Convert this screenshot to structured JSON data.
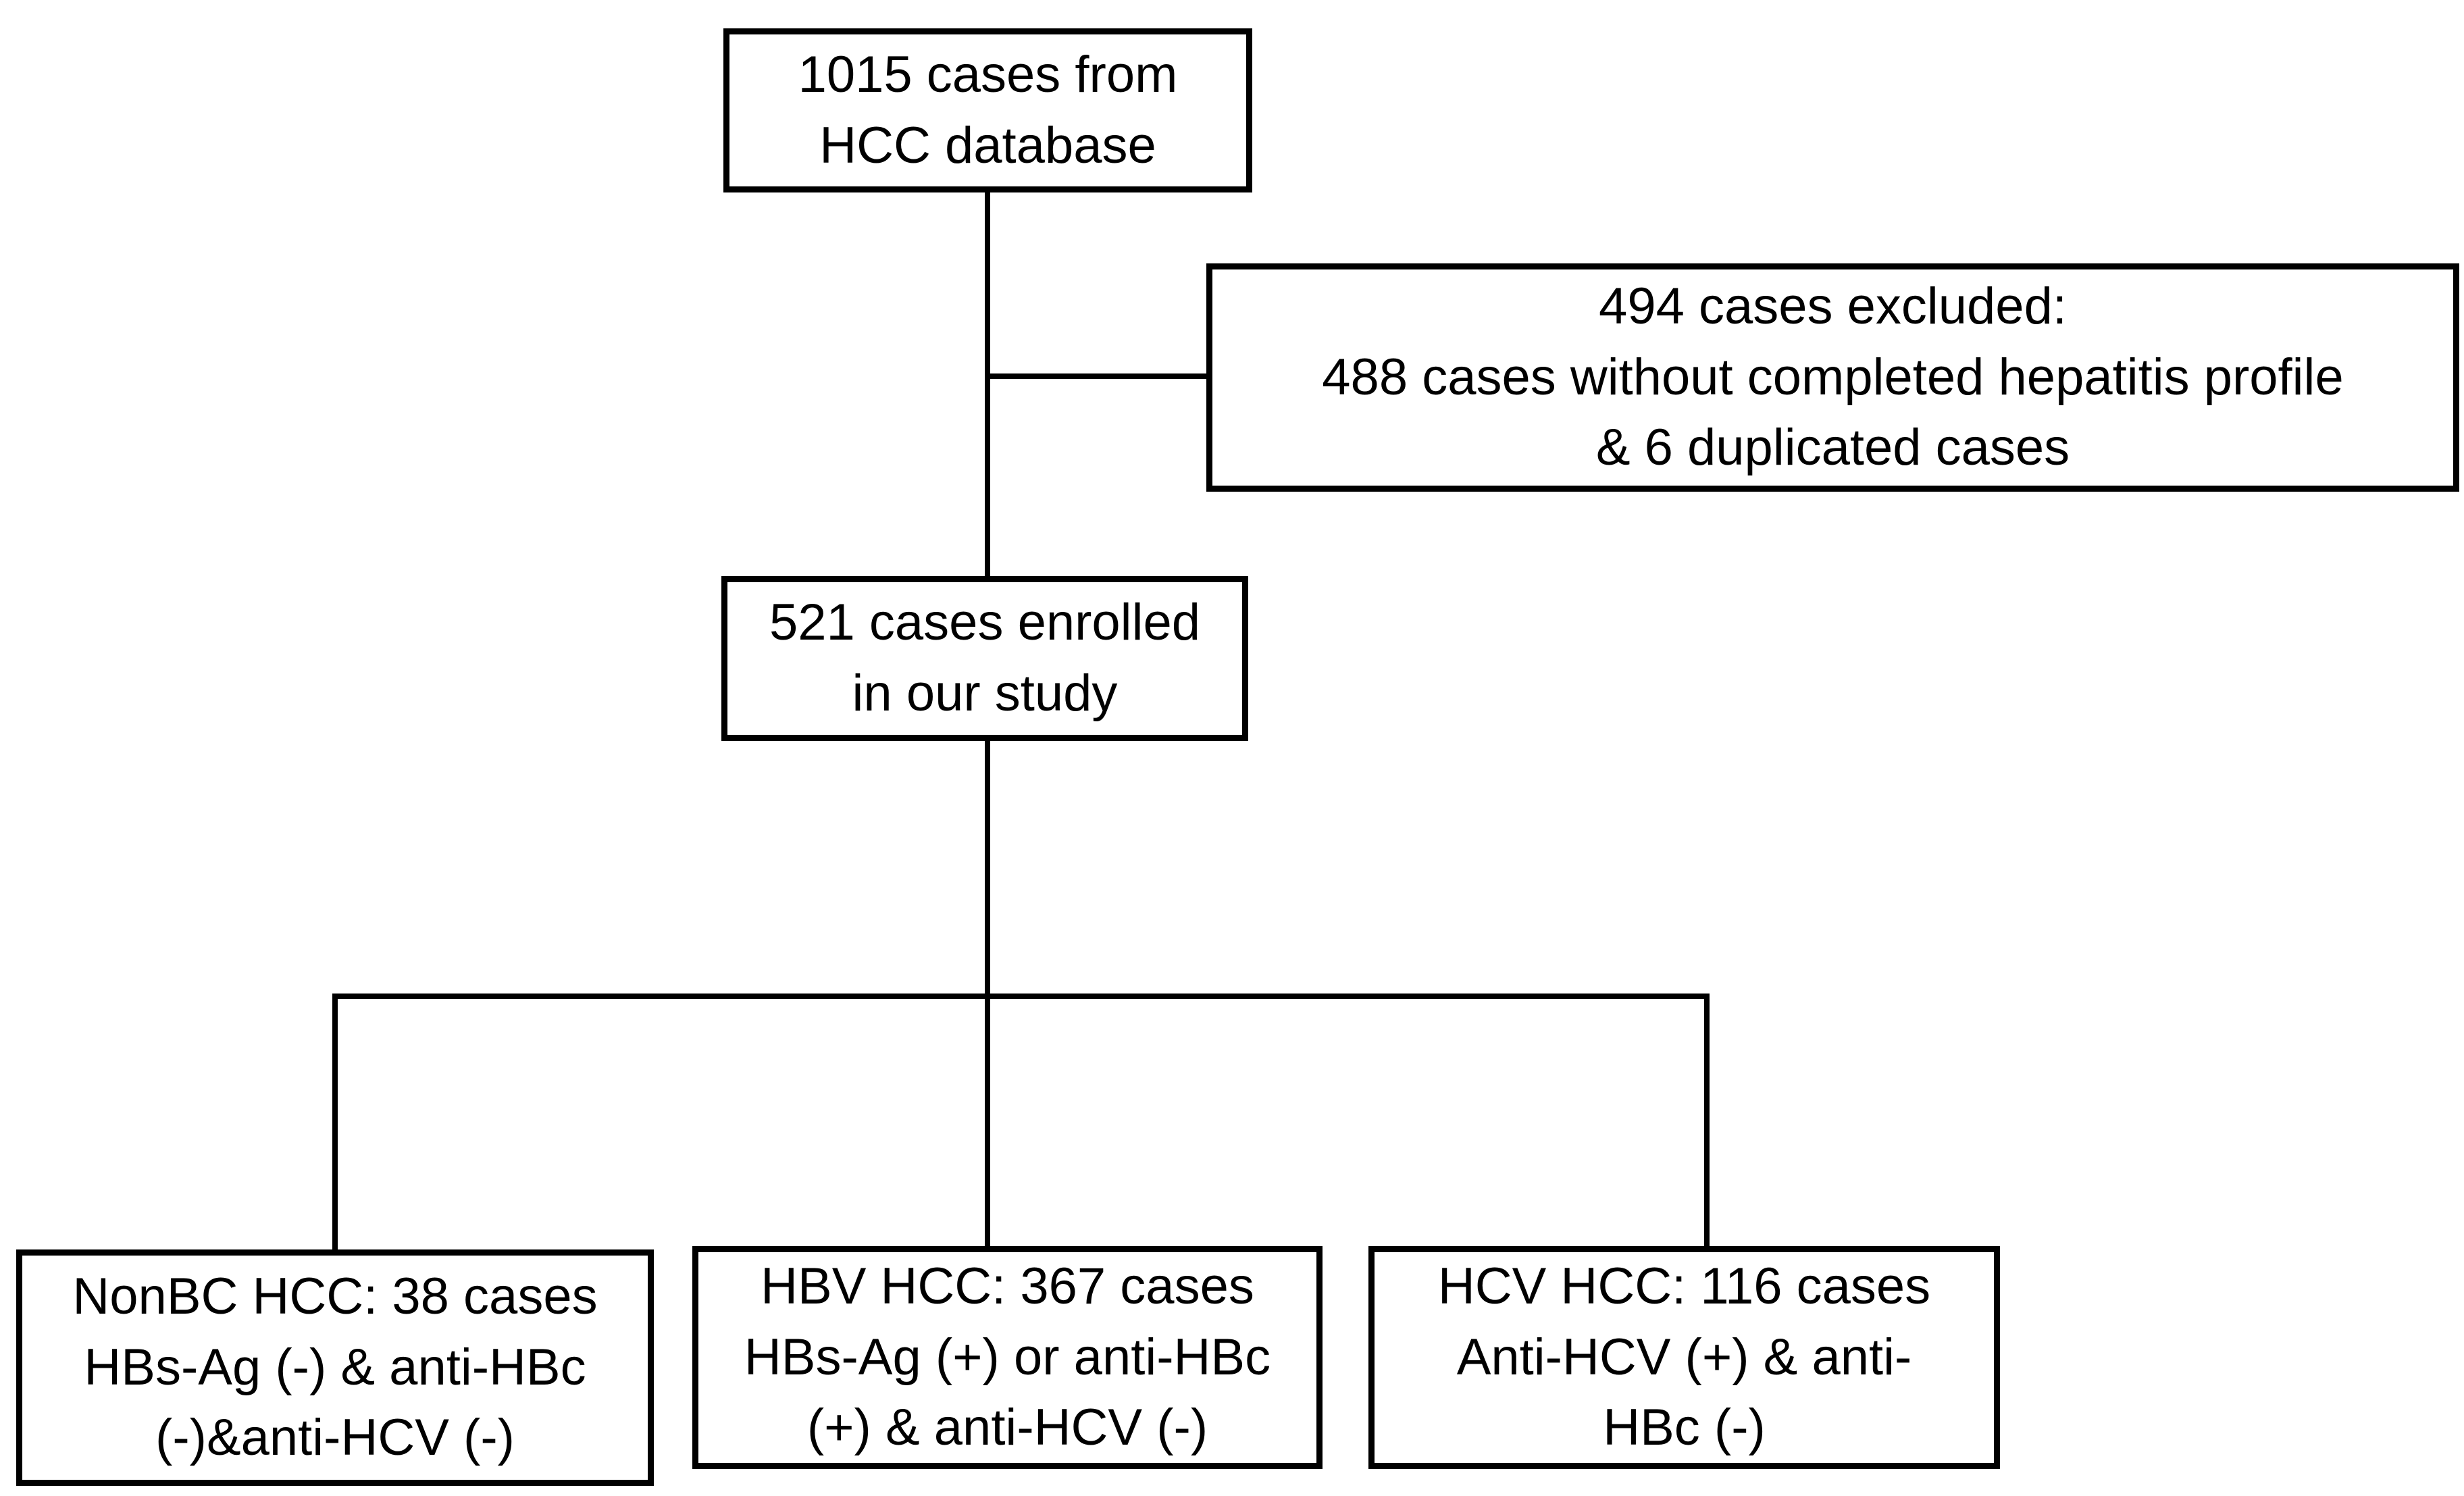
{
  "diagram": {
    "type": "flowchart",
    "background_color": "#ffffff",
    "line_color": "#000000",
    "text_color": "#000000",
    "nodes": {
      "source": {
        "lines": [
          "1015 cases from",
          "HCC database"
        ]
      },
      "excluded": {
        "lines": [
          "494 cases excluded:",
          "488 cases without completed hepatitis profile",
          "& 6 duplicated cases"
        ]
      },
      "enrolled": {
        "lines": [
          "521 cases enrolled",
          "in our study"
        ]
      },
      "nonbc": {
        "lines": [
          "NonBC HCC: 38 cases",
          "HBs-Ag (-) & anti-HBc",
          "(-)&anti-HCV (-)"
        ]
      },
      "hbv": {
        "lines": [
          "HBV HCC: 367 cases",
          "HBs-Ag (+) or anti-HBc",
          "(+) & anti-HCV (-)"
        ]
      },
      "hcv": {
        "lines": [
          "HCV HCC: 116 cases",
          "Anti-HCV (+) & anti-",
          "HBc (-)"
        ]
      }
    }
  }
}
